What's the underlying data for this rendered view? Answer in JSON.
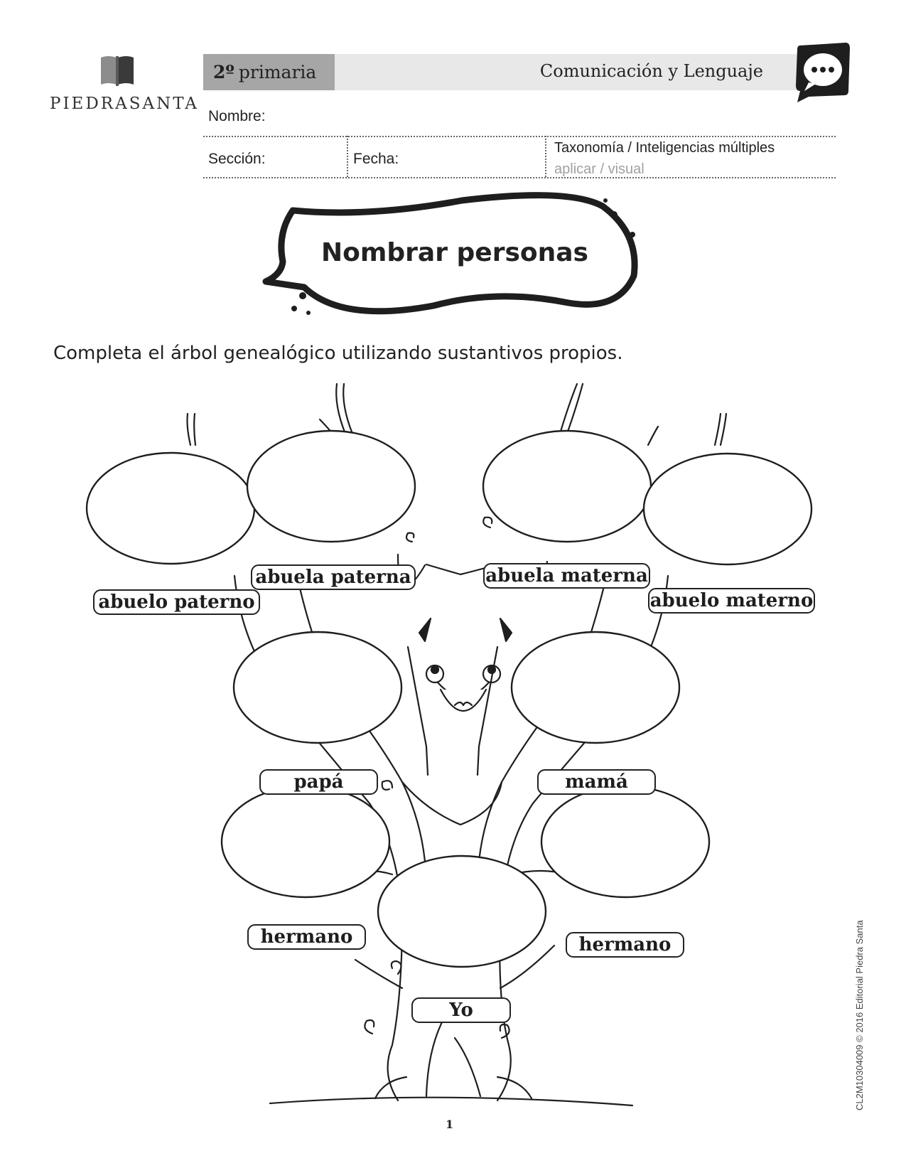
{
  "header": {
    "logo_text": "PIEDRASANTA",
    "grade_number": "2º",
    "grade_text": "primaria",
    "subject": "Comunicación y Lenguaje",
    "badge_icon": "speech-bubble-icon"
  },
  "form": {
    "name_label": "Nombre:",
    "section_label": "Sección:",
    "date_label": "Fecha:",
    "taxonomy_label": "Taxonomía / Inteligencias múltiples",
    "taxonomy_value": "aplicar / visual"
  },
  "title": "Nombrar personas",
  "instructions": "Completa el árbol genealógico utilizando sustantivos propios.",
  "tree": {
    "labels": [
      "abuelo paterno",
      "abuela paterna",
      "abuela materna",
      "abuelo materno",
      "papá",
      "mamá",
      "hermano",
      "hermano",
      "Yo"
    ]
  },
  "footer": {
    "page_number": "1",
    "credit": "CL2M10304009 © 2016 Editorial Piedra Santa"
  },
  "colors": {
    "grade_box": "#a6a6a6",
    "header_bar": "#e8e8e8",
    "ink": "#1e1e1e",
    "muted": "#a0a0a0"
  }
}
